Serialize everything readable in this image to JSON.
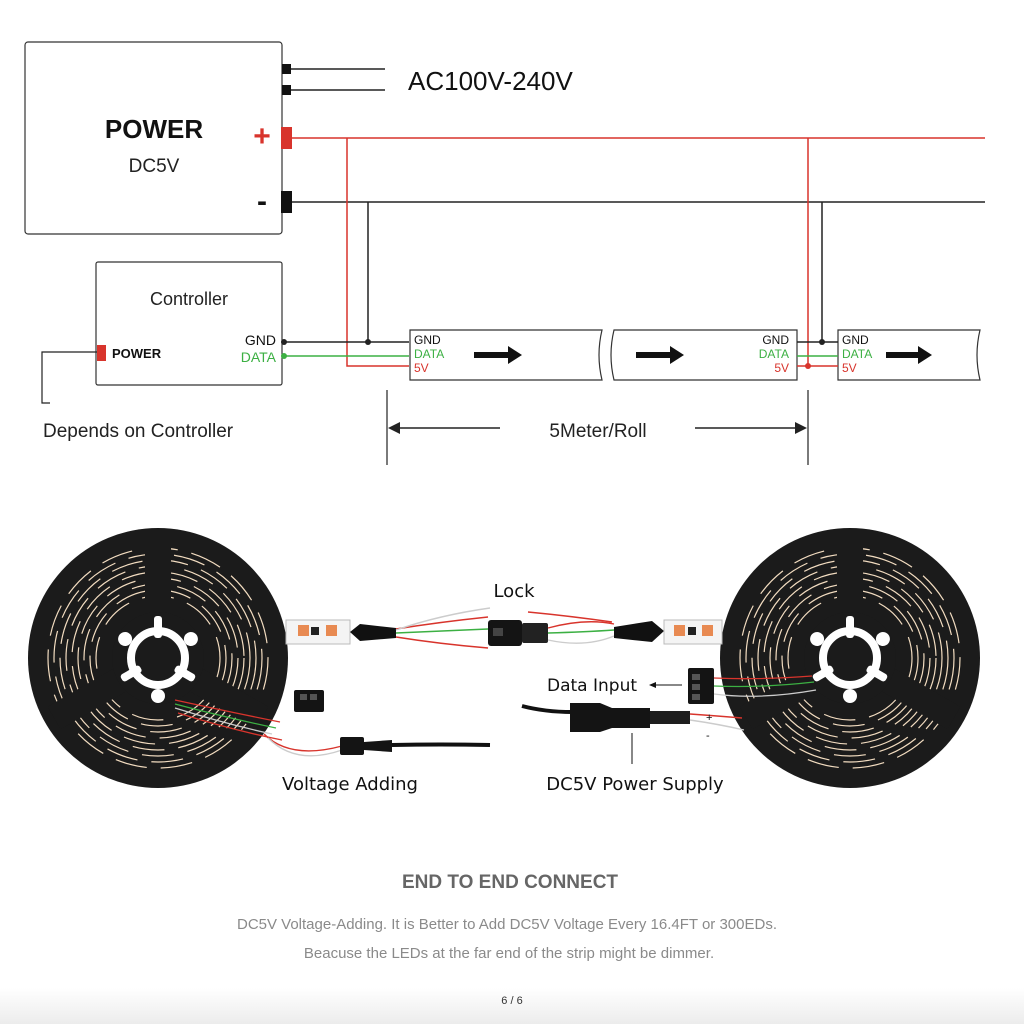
{
  "schematic": {
    "power_title": "POWER",
    "power_voltage": "DC5V",
    "plus_sign": "+",
    "minus_sign": "-",
    "ac_input": "AC100V-240V",
    "controller_title": "Controller",
    "controller_power": "POWER",
    "controller_gnd": "GND",
    "controller_data": "DATA",
    "depends_note": "Depends on Controller",
    "strip_gnd": "GND",
    "strip_data": "DATA",
    "strip_5v": "5V",
    "length_label": "5Meter/Roll"
  },
  "photo": {
    "lock_label": "Lock",
    "data_input_label": "Data Input",
    "voltage_adding_label": "Voltage Adding",
    "power_supply_label": "DC5V Power Supply",
    "plus_mark": "+",
    "minus_mark": "-"
  },
  "caption": {
    "title": "END TO END CONNECT",
    "line1": "DC5V Voltage-Adding. It is Better to Add DC5V Voltage Every 16.4FT or 300EDs.",
    "line2": "Beacuse the LEDs at the far end of the strip might be dimmer."
  },
  "pager": {
    "indicator": "6 / 6"
  },
  "colors": {
    "positive_wire": "#d8342c",
    "data_wire": "#3cb043",
    "ground_wire": "#222222",
    "reel": "#1b1b1b",
    "led_strip": "#f2dcc0"
  }
}
